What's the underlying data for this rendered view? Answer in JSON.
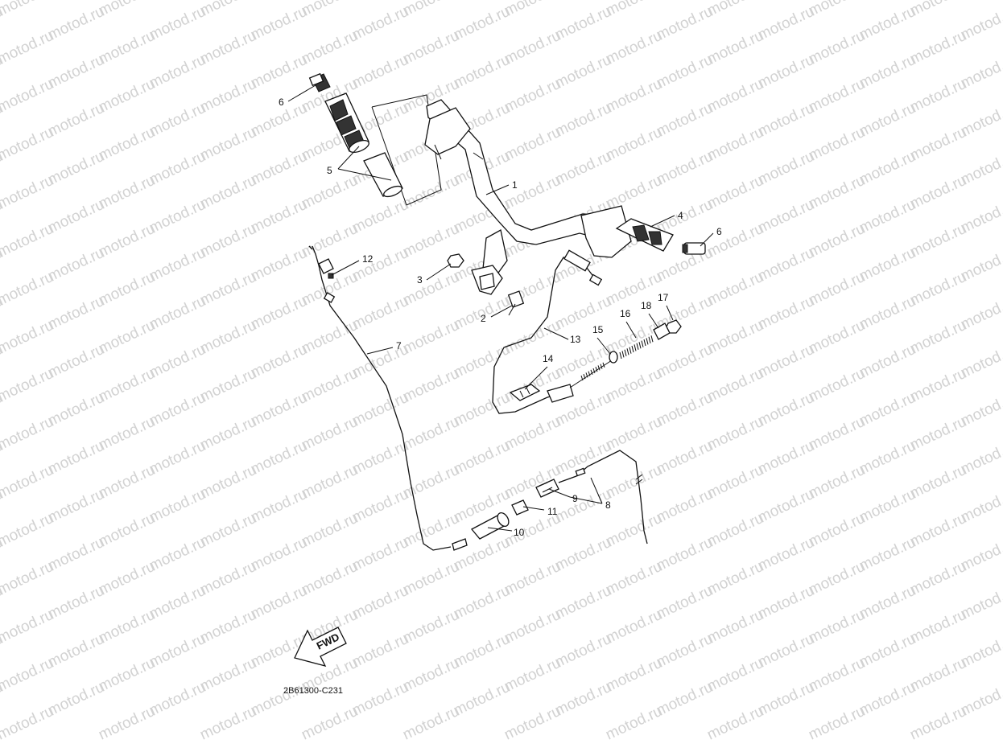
{
  "watermark": {
    "text": "motod.ru",
    "color": "#d2d2d2"
  },
  "callouts": [
    {
      "id": "p1",
      "number": "1"
    },
    {
      "id": "p2",
      "number": "2"
    },
    {
      "id": "p3",
      "number": "3"
    },
    {
      "id": "p4",
      "number": "4"
    },
    {
      "id": "p5",
      "number": "5"
    },
    {
      "id": "p6a",
      "number": "6"
    },
    {
      "id": "p6b",
      "number": "6"
    },
    {
      "id": "p7",
      "number": "7"
    },
    {
      "id": "p8",
      "number": "8"
    },
    {
      "id": "p9",
      "number": "9"
    },
    {
      "id": "p10",
      "number": "10"
    },
    {
      "id": "p11",
      "number": "11"
    },
    {
      "id": "p12",
      "number": "12"
    },
    {
      "id": "p13",
      "number": "13"
    },
    {
      "id": "p14",
      "number": "14"
    },
    {
      "id": "p15",
      "number": "15"
    },
    {
      "id": "p16",
      "number": "16"
    },
    {
      "id": "p17",
      "number": "17"
    },
    {
      "id": "p18",
      "number": "18"
    }
  ],
  "direction_label": "FWD",
  "diagram_code": "2B61300-C231",
  "colors": {
    "line": "#111111",
    "background": "#ffffff"
  }
}
